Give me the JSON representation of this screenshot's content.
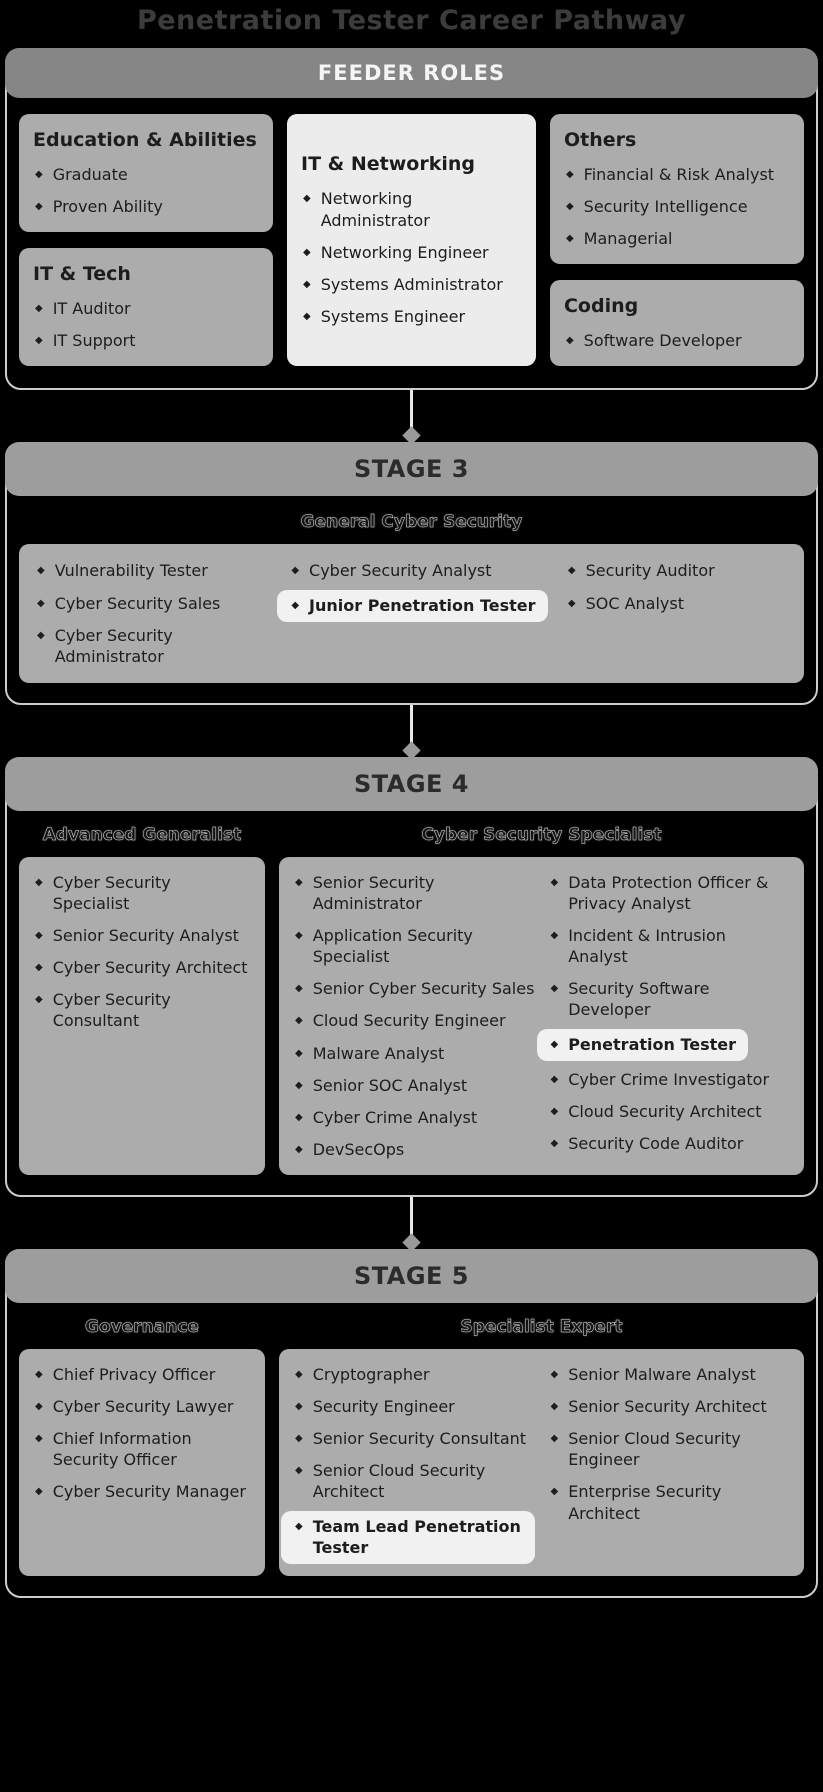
{
  "title": "Penetration Tester Career Pathway",
  "colors": {
    "background": "#000000",
    "feeder_header_bar": "#868686",
    "stage_header_bar": "#9d9d9d",
    "role_box": "#acacac",
    "highlight_box": "#ececec",
    "highlight_pill": "#f1f1f1",
    "panel_border": "#cccccc",
    "connector_diamond": "#9a9a9a",
    "text": "#1d1d1d"
  },
  "feeder": {
    "header": "FEEDER ROLES",
    "columns": [
      {
        "boxes": [
          {
            "title": "Education & Abilities",
            "items": [
              "Graduate",
              "Proven Ability"
            ]
          },
          {
            "title": "IT & Tech",
            "items": [
              "IT Auditor",
              "IT Support"
            ]
          }
        ]
      },
      {
        "boxes": [
          {
            "title": "IT & Networking",
            "items": [
              "Networking Administrator",
              "Networking Engineer",
              "Systems Administrator",
              "Systems Engineer"
            ]
          }
        ]
      },
      {
        "boxes": [
          {
            "title": "Others",
            "items": [
              "Financial & Risk Analyst",
              "Security Intelligence",
              "Managerial"
            ]
          },
          {
            "title": "Coding",
            "items": [
              "Software Developer"
            ]
          }
        ]
      }
    ]
  },
  "stage3": {
    "header": "STAGE 3",
    "subtitle": "General Cyber Security",
    "columns": [
      [
        "Vulnerability Tester",
        "Cyber Security Sales",
        "Cyber Security Administrator"
      ],
      [
        "Cyber Security Analyst",
        {
          "text": "Junior Penetration Tester",
          "highlight": true
        }
      ],
      [
        "Security Auditor",
        "SOC Analyst"
      ]
    ]
  },
  "stage4": {
    "header": "STAGE 4",
    "groups": [
      {
        "subtitle": "Advanced Generalist",
        "columns": [
          [
            "Cyber Security Specialist",
            "Senior Security Analyst",
            "Cyber Security Architect",
            "Cyber Security Consultant"
          ]
        ]
      },
      {
        "subtitle": "Cyber Security Specialist",
        "columns": [
          [
            "Senior Security Administrator",
            "Application Security Specialist",
            "Senior Cyber Security Sales",
            "Cloud Security Engineer",
            "Malware Analyst",
            "Senior SOC Analyst",
            "Cyber Crime Analyst",
            "DevSecOps"
          ],
          [
            "Data Protection Officer & Privacy Analyst",
            "Incident & Intrusion Analyst",
            "Security Software Developer",
            {
              "text": "Penetration Tester",
              "highlight": true
            },
            "Cyber Crime Investigator",
            "Cloud Security Architect",
            "Security Code Auditor"
          ]
        ]
      }
    ]
  },
  "stage5": {
    "header": "STAGE 5",
    "groups": [
      {
        "subtitle": "Governance",
        "columns": [
          [
            "Chief Privacy Officer",
            "Cyber Security Lawyer",
            "Chief Information Security Officer",
            "Cyber Security Manager"
          ]
        ]
      },
      {
        "subtitle": "Specialist Expert",
        "columns": [
          [
            "Cryptographer",
            "Security Engineer",
            "Senior Security Consultant",
            "Senior Cloud Security Architect",
            {
              "text": "Team Lead Penetration Tester",
              "highlight": true
            }
          ],
          [
            "Senior Malware Analyst",
            "Senior Security Architect",
            "Senior Cloud Security Engineer",
            "Enterprise Security Architect"
          ]
        ]
      }
    ]
  }
}
